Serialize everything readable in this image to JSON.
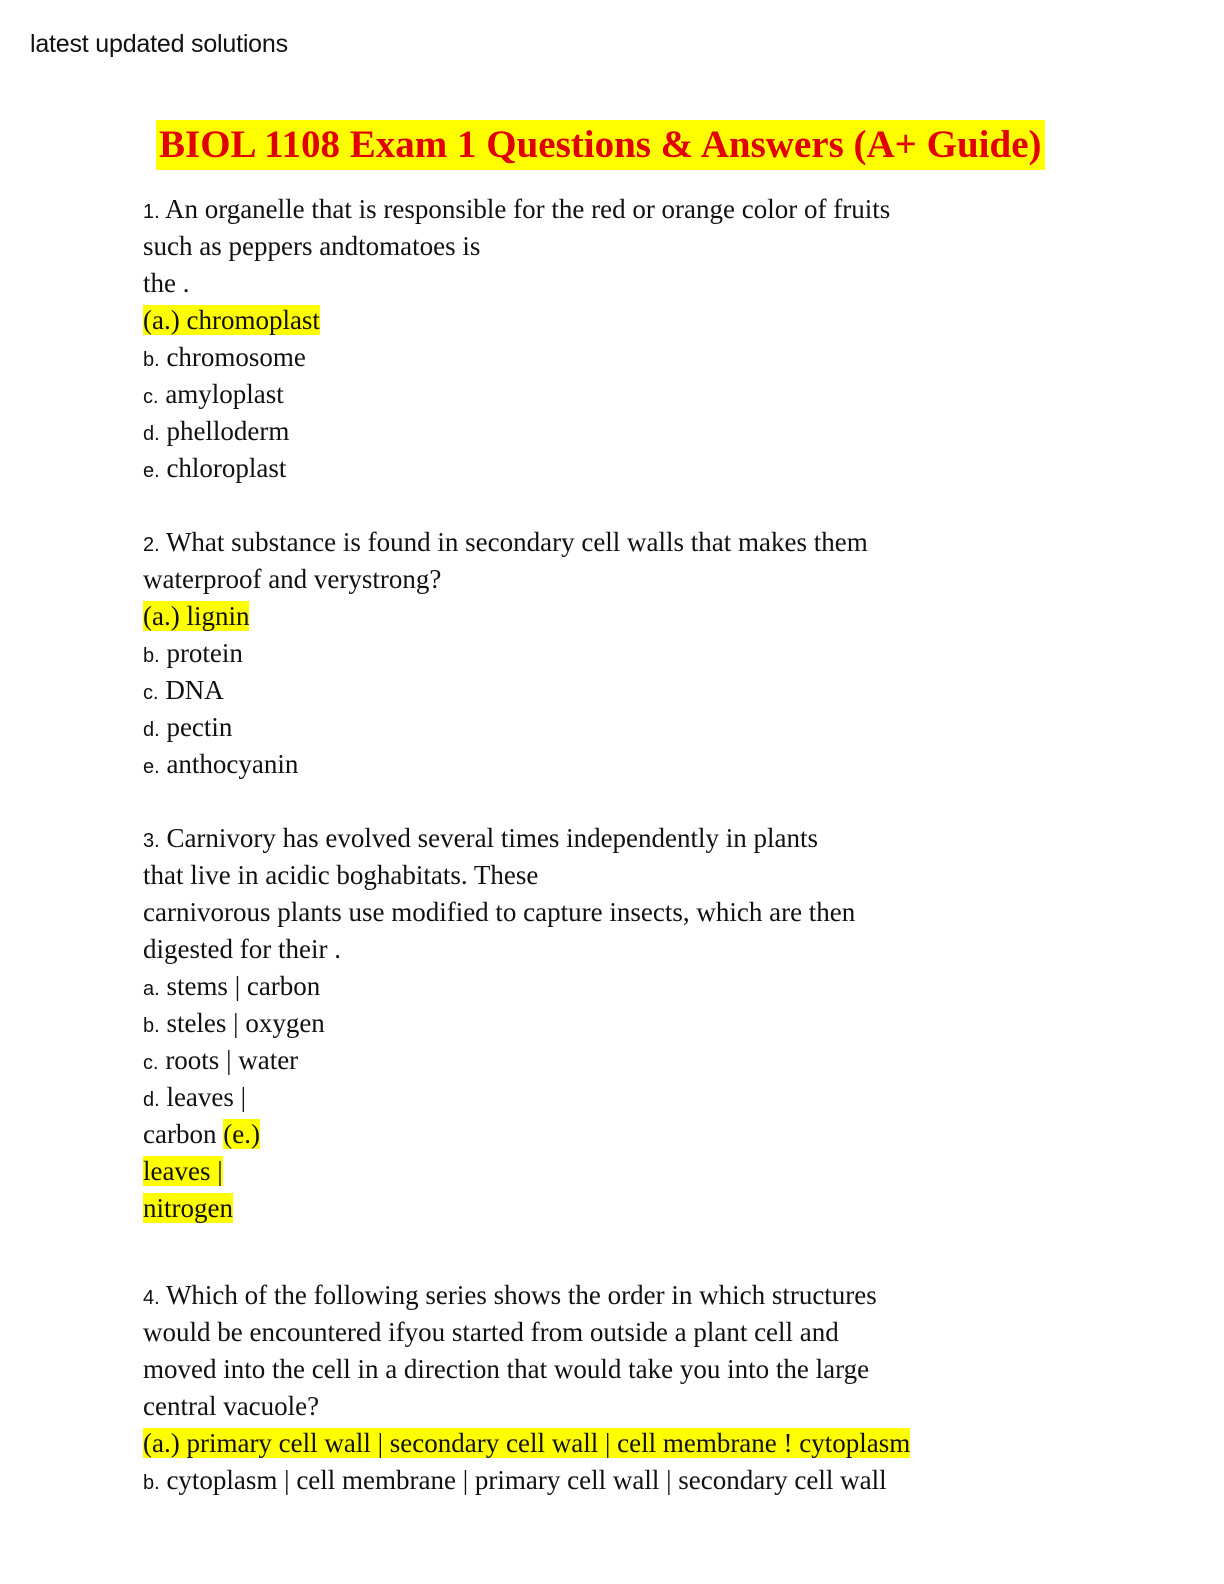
{
  "header_note": "latest updated solutions",
  "title": "BIOL 1108 Exam 1 Questions & Answers (A+ Guide)",
  "colors": {
    "title_text": "#e00000",
    "highlight": "#ffff00"
  },
  "q1": {
    "number": "1.",
    "line1": " An organelle that is responsible for the red or orange color of fruits",
    "line2": "such as peppers andtomatoes is",
    "line3": "the .",
    "answer": "(a.) chromoplast",
    "opt_b_letter": "b.",
    "opt_b": " chromosome",
    "opt_c_letter": "c.",
    "opt_c": " amyloplast",
    "opt_d_letter": "d.",
    "opt_d": " phelloderm",
    "opt_e_letter": "e.",
    "opt_e": " chloroplast"
  },
  "q2": {
    "number": "2.",
    "line1": " What substance is found in secondary cell walls that makes them",
    "line2": "waterproof and verystrong?",
    "answer": "(a.) lignin",
    "opt_b_letter": "b.",
    "opt_b": " protein",
    "opt_c_letter": "c.",
    "opt_c": " DNA",
    "opt_d_letter": "d.",
    "opt_d": " pectin",
    "opt_e_letter": "e.",
    "opt_e": " anthocyanin"
  },
  "q3": {
    "number": "3.",
    "line1": " Carnivory has evolved several times independently in plants",
    "line2": "that live in acidic boghabitats. These",
    "line3": "carnivorous plants use modified to capture insects, which are then",
    "line4": "digested for their .",
    "opt_a_letter": "a.",
    "opt_a": " stems | carbon",
    "opt_b_letter": "b.",
    "opt_b": " steles | oxygen",
    "opt_c_letter": "c.",
    "opt_c": " roots | water",
    "opt_d_letter": "d.",
    "opt_d": " leaves |",
    "opt_d_cont": "carbon ",
    "answer_1": "(e.)",
    "answer_2": "leaves |",
    "answer_3": "nitrogen"
  },
  "q4": {
    "number": "4.",
    "line1": " Which of the following series shows the order in which structures",
    "line2": "would be encountered ifyou started from outside a plant cell and",
    "line3": "moved into the cell in a direction that would take you into the large",
    "line4": "central vacuole?",
    "answer": "(a.) primary cell wall | secondary cell wall | cell membrane ! cytoplasm",
    "opt_b_letter": "b.",
    "opt_b": " cytoplasm | cell membrane | primary cell wall | secondary cell wall"
  }
}
